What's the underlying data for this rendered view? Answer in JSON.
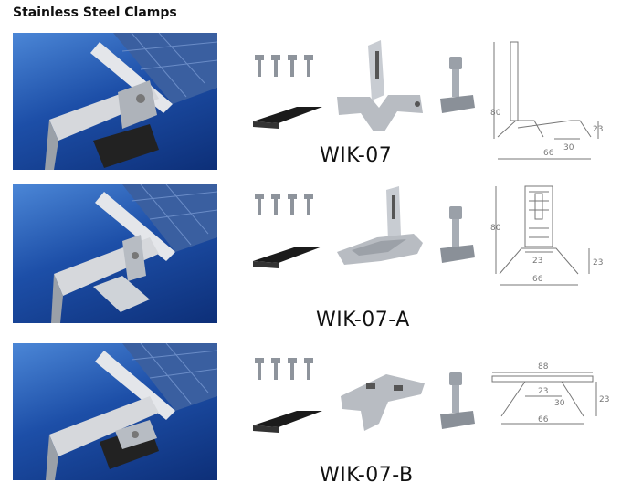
{
  "page_title": "Stainless Steel Clamps",
  "products": [
    {
      "model": "WIK-07",
      "dims": {
        "height": "80",
        "base": "66",
        "inner": "30",
        "side": "23"
      }
    },
    {
      "model": "WIK-07-A",
      "dims": {
        "height": "80",
        "inner": "23",
        "base": "66",
        "side": "23"
      }
    },
    {
      "model": "WIK-07-B",
      "dims": {
        "top": "88",
        "inner": "23",
        "angle": "30",
        "side": "23",
        "base": "66"
      }
    }
  ],
  "colors": {
    "sky": "#1d4fa8",
    "rail": "#c9ccd0",
    "pad": "#222222",
    "steel": "#b8bcc2"
  }
}
